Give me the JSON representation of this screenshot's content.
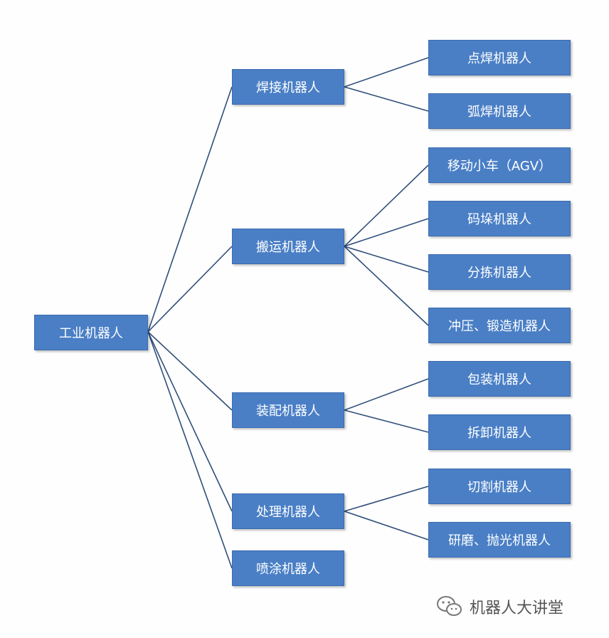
{
  "diagram": {
    "root": "工业机器人",
    "branches": [
      {
        "label": "焊接机器人",
        "children": [
          "点焊机器人",
          "弧焊机器人"
        ]
      },
      {
        "label": "搬运机器人",
        "children": [
          "移动小车（AGV）",
          "码垛机器人",
          "分拣机器人",
          "冲压、锻造机器人"
        ]
      },
      {
        "label": "装配机器人",
        "children": [
          "包装机器人",
          "拆卸机器人"
        ]
      },
      {
        "label": "处理机器人",
        "children": [
          "切割机器人",
          "研磨、抛光机器人"
        ]
      },
      {
        "label": "喷涂机器人",
        "children": []
      }
    ],
    "colors": {
      "node_fill": "#4a7fc6",
      "node_border": "#3a6bb0",
      "connector": "#2f4f7a",
      "text": "#ffffff"
    }
  },
  "watermark": {
    "text": "机器人大讲堂",
    "icon": "wechat-icon"
  }
}
